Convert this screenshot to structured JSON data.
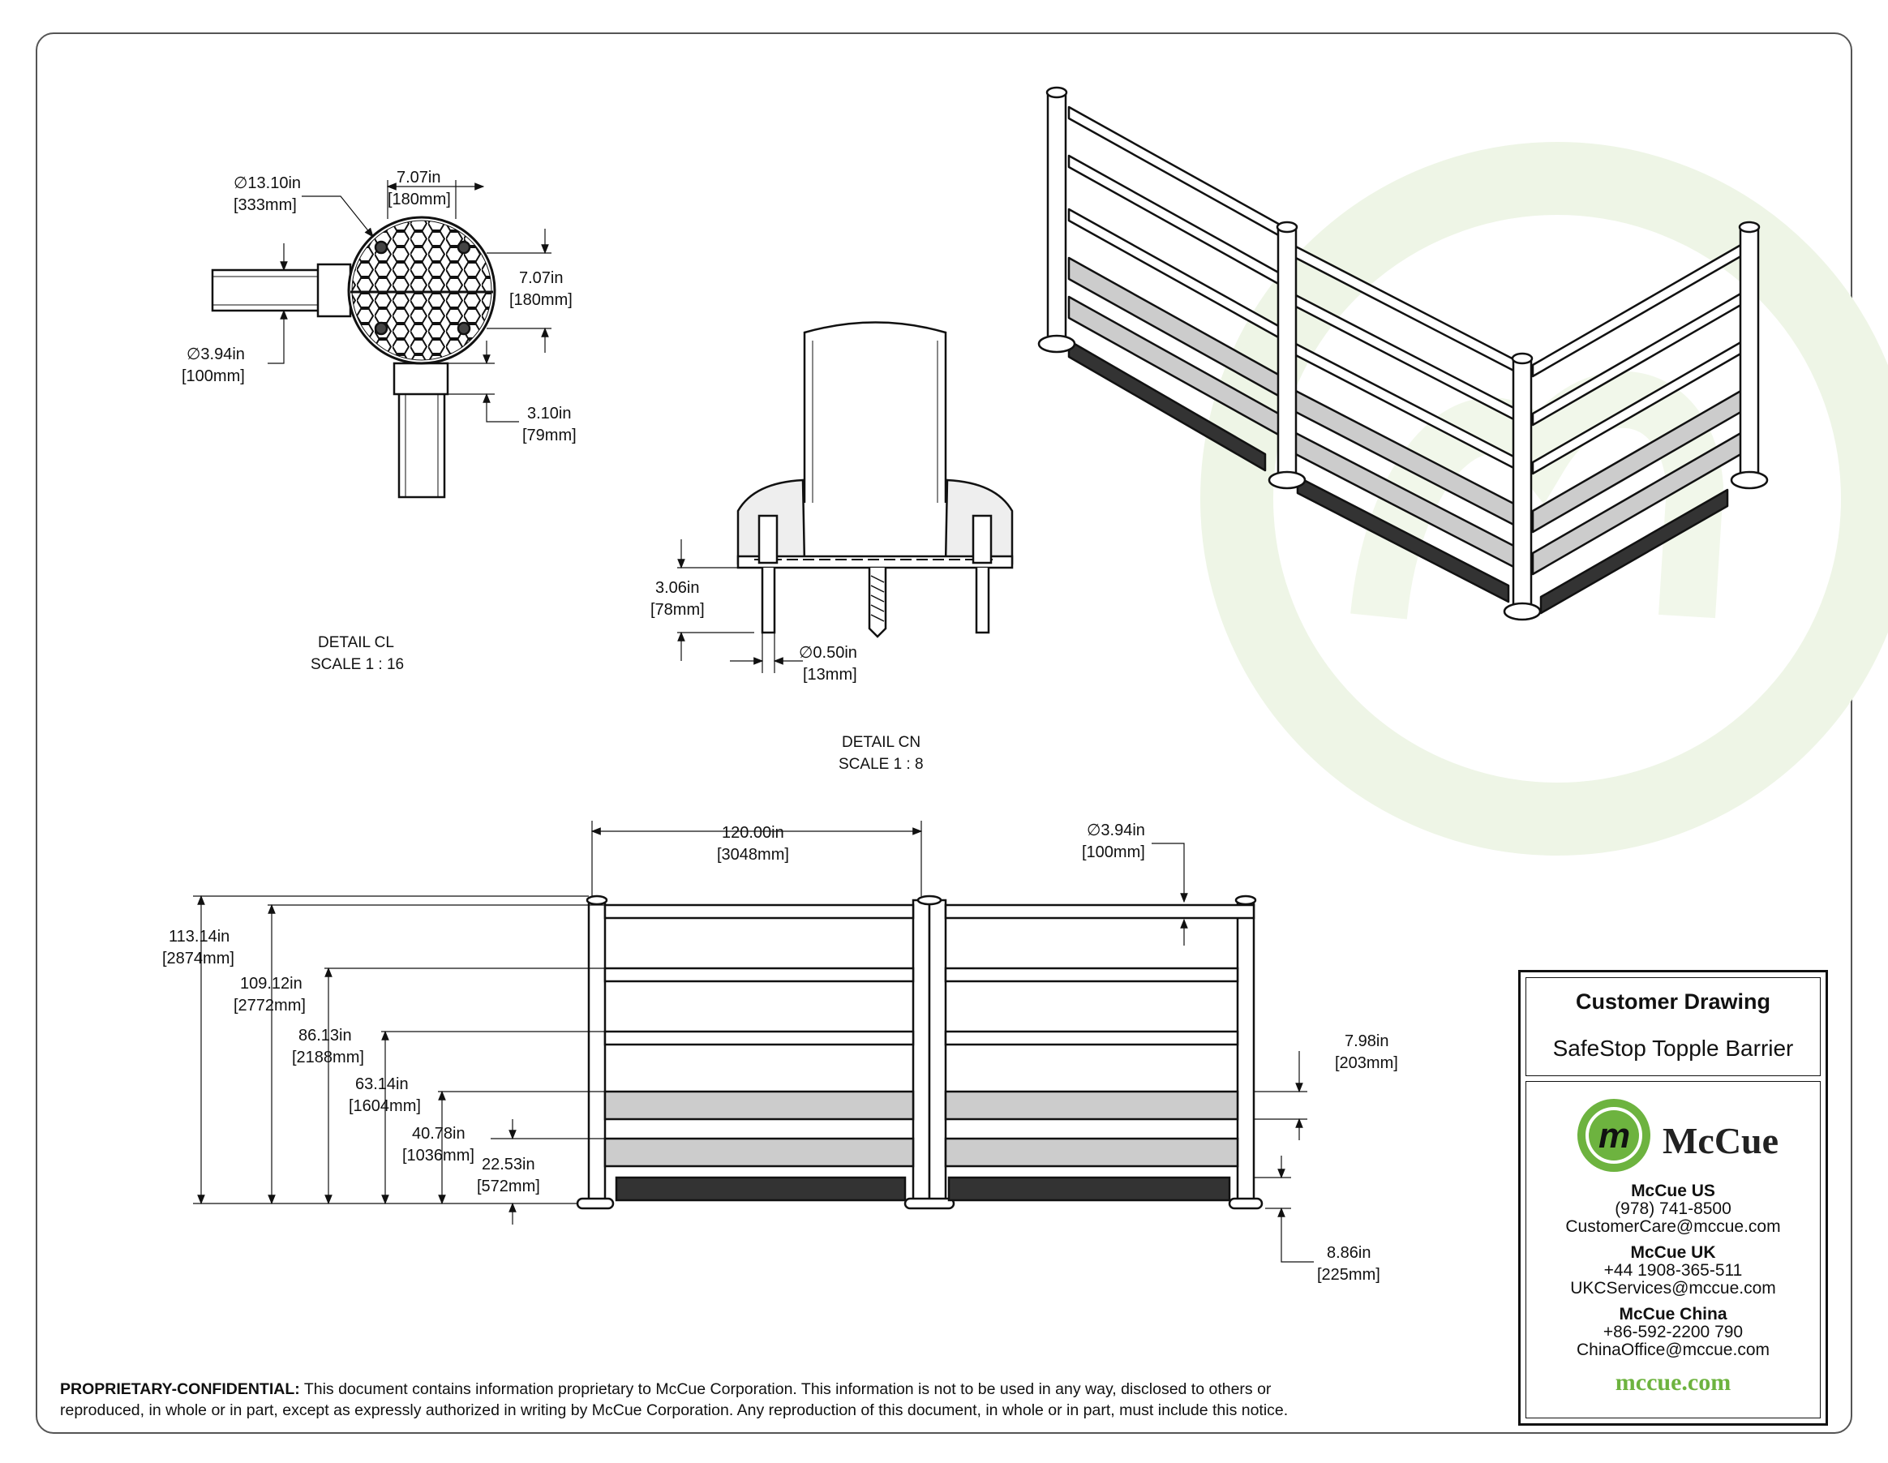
{
  "detail_cl": {
    "title": "DETAIL CL",
    "scale": "SCALE 1 : 16",
    "dims": {
      "dia_base_in": "∅13.10in",
      "dia_base_mm": "[333mm]",
      "width_in": "7.07in",
      "width_mm": "[180mm]",
      "height_in": "7.07in",
      "height_mm": "[180mm]",
      "dia_pipe_in": "∅3.94in",
      "dia_pipe_mm": "[100mm]",
      "offset_in": "3.10in",
      "offset_mm": "[79mm]"
    }
  },
  "detail_cn": {
    "title": "DETAIL CN",
    "scale": "SCALE 1 : 8",
    "dims": {
      "anchor_len_in": "3.06in",
      "anchor_len_mm": "[78mm]",
      "anchor_dia_in": "∅0.50in",
      "anchor_dia_mm": "[13mm]"
    }
  },
  "elevation": {
    "span_in": "120.00in",
    "span_mm": "[3048mm]",
    "post_dia_in": "∅3.94in",
    "post_dia_mm": "[100mm]",
    "h1_in": "113.14in",
    "h1_mm": "[2874mm]",
    "h2_in": "109.12in",
    "h2_mm": "[2772mm]",
    "h3_in": "86.13in",
    "h3_mm": "[2188mm]",
    "h4_in": "63.14in",
    "h4_mm": "[1604mm]",
    "h5_in": "40.78in",
    "h5_mm": "[1036mm]",
    "h6_in": "22.53in",
    "h6_mm": "[572mm]",
    "rail_h_in": "7.98in",
    "rail_h_mm": "[203mm]",
    "base_in": "8.86in",
    "base_mm": "[225mm]"
  },
  "footer": {
    "lead": "PROPRIETARY-CONFIDENTIAL:",
    "text1": " This document contains information proprietary to McCue Corporation. This information is not to be used in any way, disclosed to others or",
    "text2": "reproduced, in whole or in part, except as expressly authorized in writing by McCue Corporation. Any reproduction of this document, in whole or in part, must include this notice."
  },
  "titleblock": {
    "heading": "Customer Drawing",
    "product": "SafeStop Topple Barrier",
    "brand": "McCue",
    "offices": [
      {
        "name": "McCue US",
        "phone": "(978) 741-8500",
        "email": "CustomerCare@mccue.com"
      },
      {
        "name": "McCue UK",
        "phone": "+44 1908-365-511",
        "email": "UKCServices@mccue.com"
      },
      {
        "name": "McCue China",
        "phone": "+86-592-2200 790",
        "email": "ChinaOffice@mccue.com"
      }
    ],
    "website": "mccue.com"
  },
  "colors": {
    "accent": "#6db33f",
    "line": "#111111",
    "watermark": "#eef5e6"
  }
}
